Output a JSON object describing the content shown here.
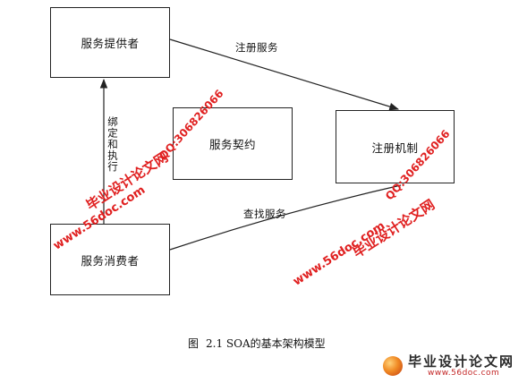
{
  "diagram": {
    "nodes": {
      "provider": "服务提供者",
      "contract": "服务契约",
      "registry": "注册机制",
      "consumer": "服务消费者"
    },
    "edges": {
      "register": "注册服务",
      "find": "查找服务",
      "bind": "绑定和执行"
    },
    "caption": {
      "prefix": "图",
      "text": "2.1 SOA的基本架构模型"
    }
  },
  "watermarks": {
    "site_name": "毕业设计论文网",
    "url": "www.56doc.com",
    "qq": "QQ:306826066"
  },
  "logo": {
    "name": "毕业设计论文网",
    "url": "www.56doc.com"
  },
  "colors": {
    "line": "#222222",
    "watermark": "#e02020"
  }
}
